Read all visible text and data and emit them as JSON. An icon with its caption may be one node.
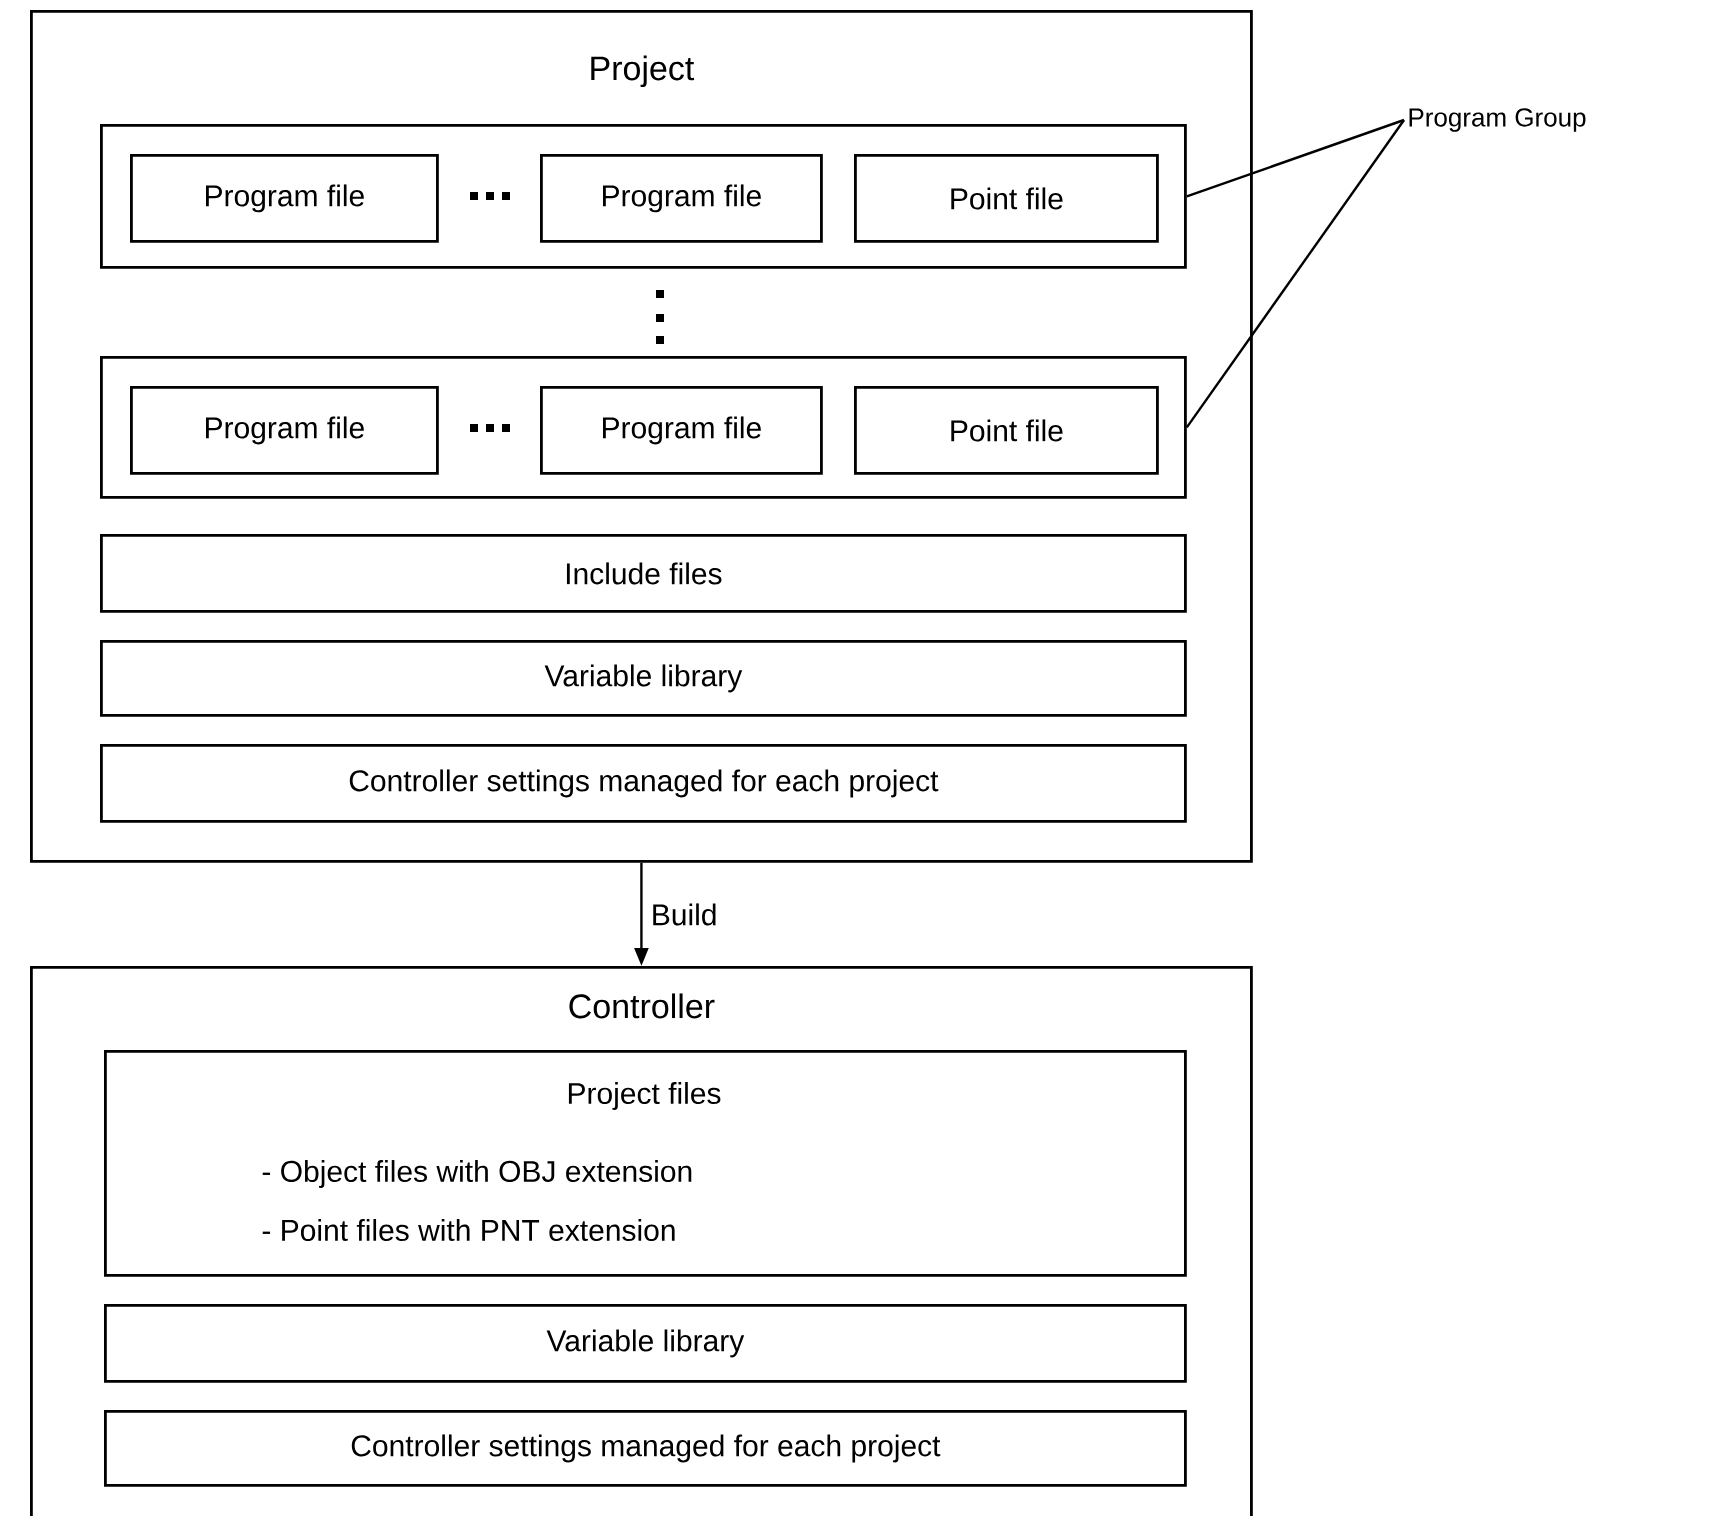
{
  "diagram": {
    "nodes": [
      {
        "text": [
          "Project"
        ]
      },
      {
        "text": [],
        "shape": "box",
        "in": 0
      },
      {
        "text": [
          "Program file"
        ],
        "in": 1
      },
      {
        "text": [
          "Program file"
        ],
        "in": 1
      },
      {
        "text": [
          "Point file"
        ],
        "in": 1
      },
      {
        "text": [],
        "shape": "box",
        "in": 0
      },
      {
        "text": [
          "Program file"
        ],
        "in": 5
      },
      {
        "text": [
          "Program file"
        ],
        "in": 5
      },
      {
        "text": [
          "Point file"
        ],
        "in": 5
      },
      {
        "text": [
          "Include files"
        ],
        "in": 0
      },
      {
        "text": [
          "Variable library"
        ],
        "in": 0
      },
      {
        "text": [
          "Controller settings managed for each project"
        ],
        "in": 0
      },
      {
        "text": [
          "Program Group"
        ]
      },
      {
        "text": [
          "Controller"
        ]
      },
      {
        "text": [
          "Project files",
          "- Object files with OBJ extension",
          "- Point files with PNT extension"
        ],
        "in": 13
      },
      {
        "text": [
          "Variable library"
        ],
        "in": 13
      },
      {
        "text": [
          "Controller settings managed for each project"
        ],
        "in": 13
      }
    ],
    "edges": [
      {
        "from": 12,
        "to": 1,
        "arrow": "none"
      },
      {
        "from": 12,
        "to": 5,
        "arrow": "none"
      },
      {
        "from": 0,
        "to": 13,
        "arrow": "to",
        "label": "Build"
      }
    ]
  }
}
